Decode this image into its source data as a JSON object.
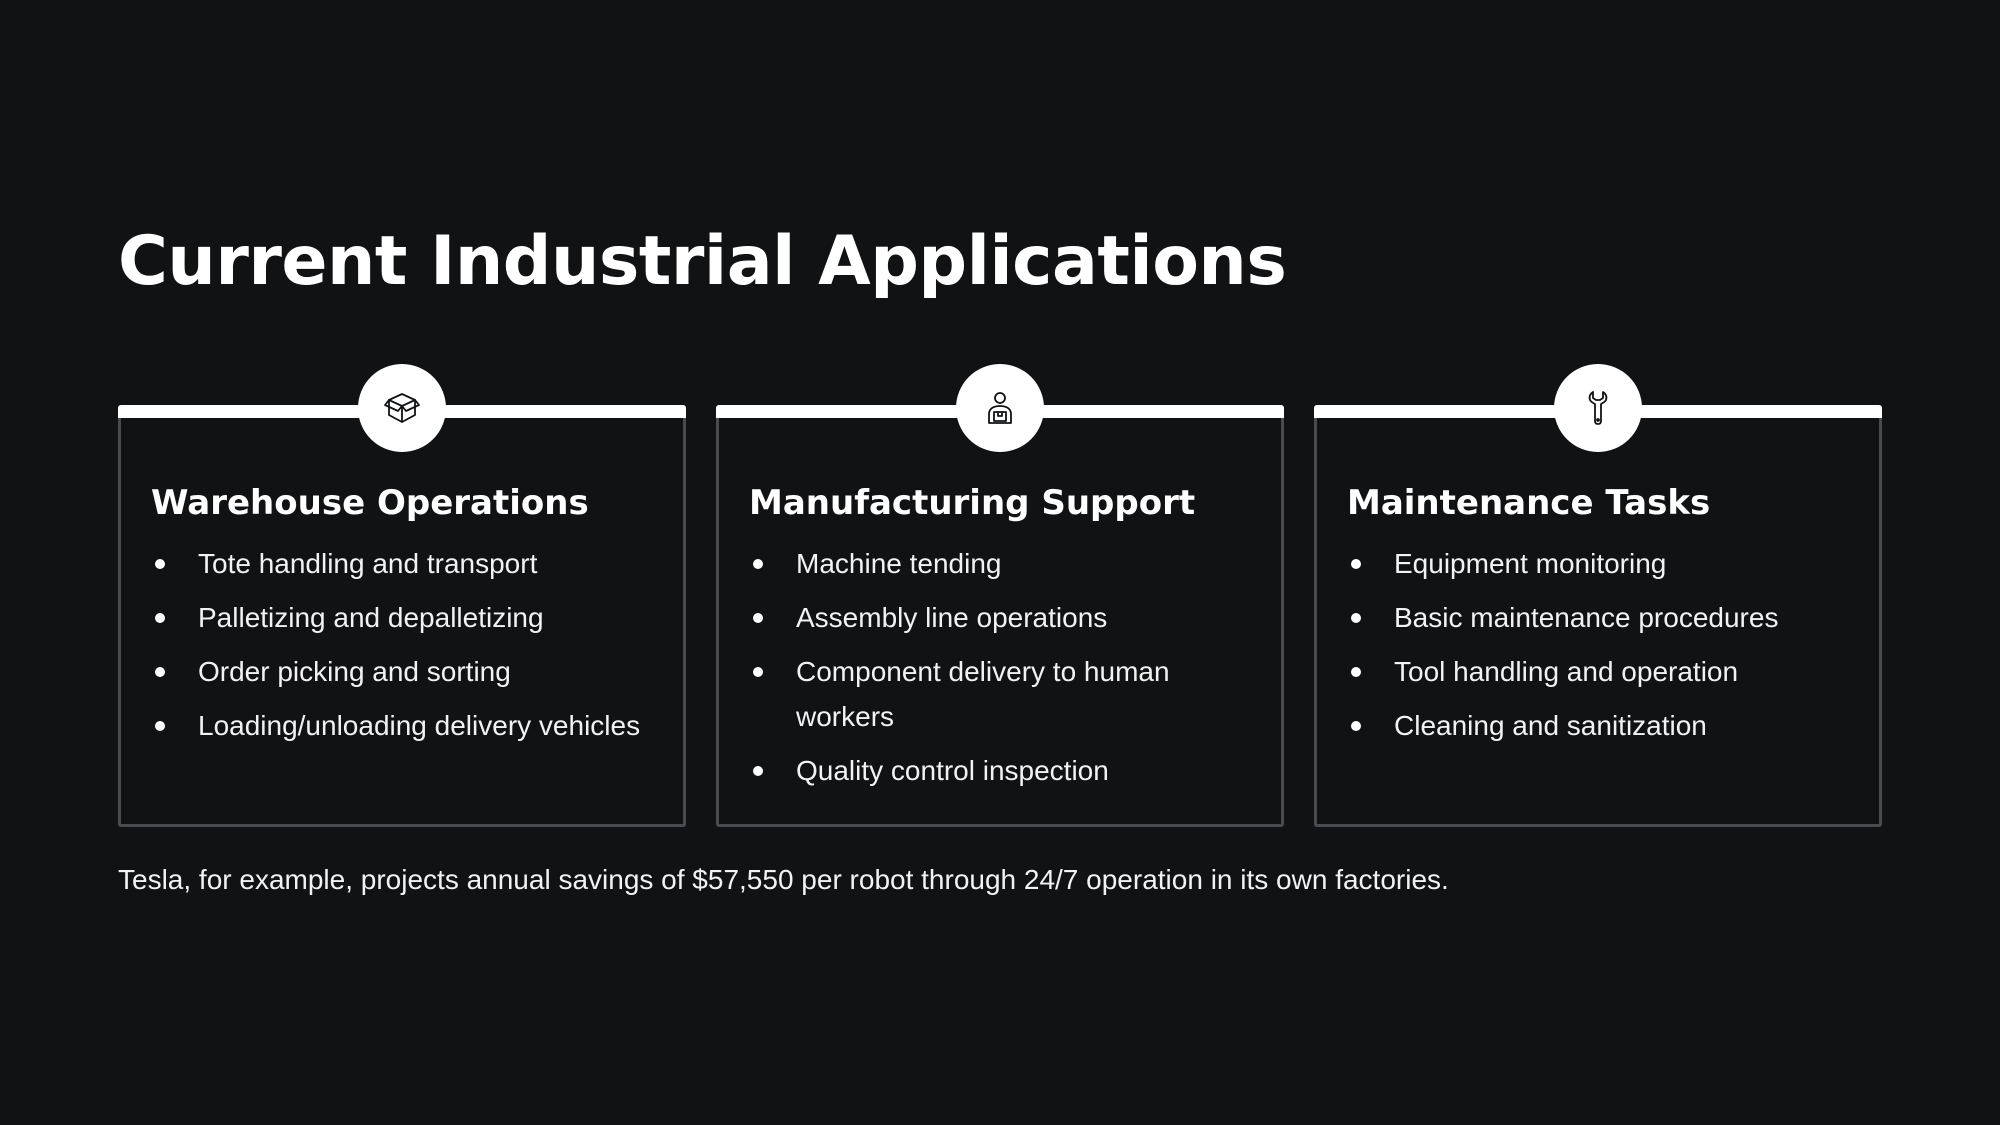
{
  "slide": {
    "title": "Current Industrial Applications",
    "footnote": "Tesla, for example, projects annual savings of $57,550 per robot through 24/7 operation in its own factories."
  },
  "cards": [
    {
      "icon": "package-box-icon",
      "title": "Warehouse Operations",
      "items": [
        "Tote handling and transport",
        "Palletizing and depalletizing",
        "Order picking and sorting",
        "Loading/unloading delivery vehicles"
      ]
    },
    {
      "icon": "worker-with-box-icon",
      "title": "Manufacturing Support",
      "items": [
        "Machine tending",
        "Assembly line operations",
        "Component delivery to human workers",
        "Quality control inspection"
      ]
    },
    {
      "icon": "wrench-icon",
      "title": "Maintenance Tasks",
      "items": [
        "Equipment monitoring",
        "Basic maintenance procedures",
        "Tool handling and operation",
        "Cleaning and sanitization"
      ]
    }
  ],
  "colors": {
    "background": "#111214",
    "text": "#ffffff",
    "card_border": "#4a4b4f",
    "accent": "#ffffff"
  }
}
